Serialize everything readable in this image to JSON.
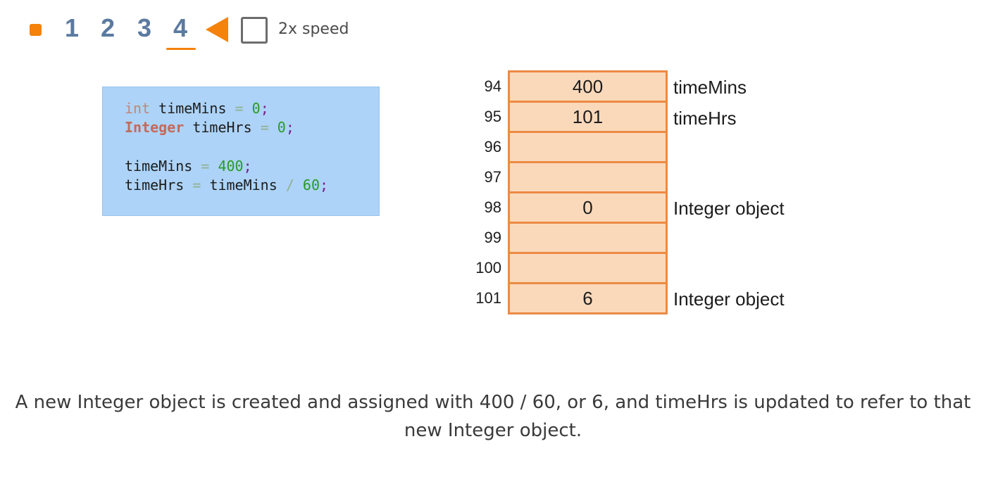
{
  "controls": {
    "steps": [
      "1",
      "2",
      "3",
      "4"
    ],
    "current_step": "4",
    "speed_label": "2x speed",
    "speed_checked": false,
    "accent_color": "#f5820b",
    "step_color": "#5b7aa0"
  },
  "code": {
    "background": "#add3f8",
    "lines": [
      {
        "type": "int",
        "name": "timeMins",
        "op": "=",
        "value": "0",
        "end": ";"
      },
      {
        "type": "Integer",
        "name": "timeHrs",
        "op": "=",
        "value": "0",
        "end": ";"
      },
      {
        "name": "timeMins",
        "op": "=",
        "value": "400",
        "end": ";"
      },
      {
        "name": "timeHrs",
        "op": "=",
        "rhs": "timeMins",
        "op2": "/",
        "value": "60",
        "end": ";"
      }
    ]
  },
  "memory": {
    "cell_color": "#fad9bb",
    "border_color": "#ec8a44",
    "rows": [
      {
        "address": "94",
        "value": "400",
        "label": "timeMins"
      },
      {
        "address": "95",
        "value": "101",
        "label": "timeHrs"
      },
      {
        "address": "96",
        "value": "",
        "label": ""
      },
      {
        "address": "97",
        "value": "",
        "label": ""
      },
      {
        "address": "98",
        "value": "0",
        "label": "Integer object"
      },
      {
        "address": "99",
        "value": "",
        "label": ""
      },
      {
        "address": "100",
        "value": "",
        "label": ""
      },
      {
        "address": "101",
        "value": "6",
        "label": "Integer object"
      }
    ]
  },
  "caption": "A new Integer object is created and assigned with 400 / 60, or 6, and timeHrs is updated to refer to that new Integer object."
}
